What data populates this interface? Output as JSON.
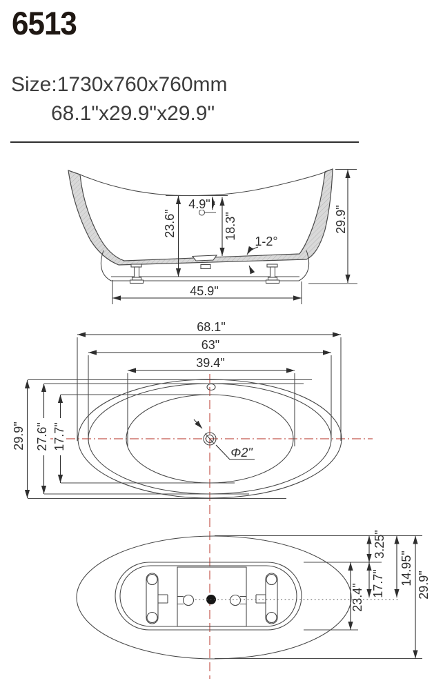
{
  "header": {
    "model": "6513",
    "size_metric": "Size:1730x760x760mm",
    "size_imperial": "68.1\"x29.9\"x29.9\""
  },
  "side_view": {
    "dims": {
      "overflow_height": "4.9\"",
      "rim_to_base": "23.6\"",
      "interior_depth": "18.3\"",
      "floor_slope": "1-2°",
      "overall_height": "29.9\"",
      "base_length": "45.9\""
    }
  },
  "top_view": {
    "dims": {
      "overall_length": "68.1\"",
      "rim_length": "63\"",
      "basin_length": "39.4\"",
      "overall_width": "29.9\"",
      "rim_width": "27.6\"",
      "basin_width": "17.7\"",
      "drain_diameter": "Φ2\""
    }
  },
  "bottom_view": {
    "dims": {
      "end_to_base": "3.25\"",
      "end_to_center": "14.95\"",
      "base_to_center": "17.7\"",
      "base_width": "23.4\"",
      "overall_width": "29.9\""
    }
  },
  "colors": {
    "line": "#4a4a4a",
    "text": "#2e2e2e",
    "centerline_red": "#c4574e",
    "shell_fill": "#d9d9d9"
  }
}
